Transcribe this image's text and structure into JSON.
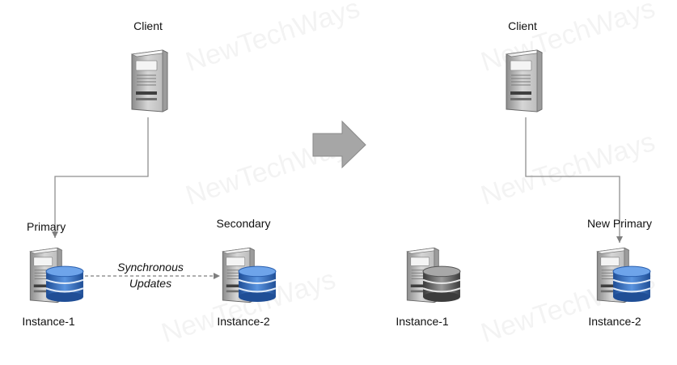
{
  "watermark": "NewTechWays",
  "arrow_color": "#a6a6a6",
  "line_color": "#8f8f8f",
  "db_blue": "#3a74c9",
  "db_gray": "#7a7a7a",
  "before": {
    "client_label": "Client",
    "primary_role": "Primary",
    "secondary_role": "Secondary",
    "instance1_label": "Instance-1",
    "instance2_label": "Instance-2",
    "sync_line1": "Synchronous",
    "sync_line2": "Updates"
  },
  "after": {
    "client_label": "Client",
    "new_primary_role": "New Primary",
    "instance1_label": "Instance-1",
    "instance2_label": "Instance-2"
  }
}
